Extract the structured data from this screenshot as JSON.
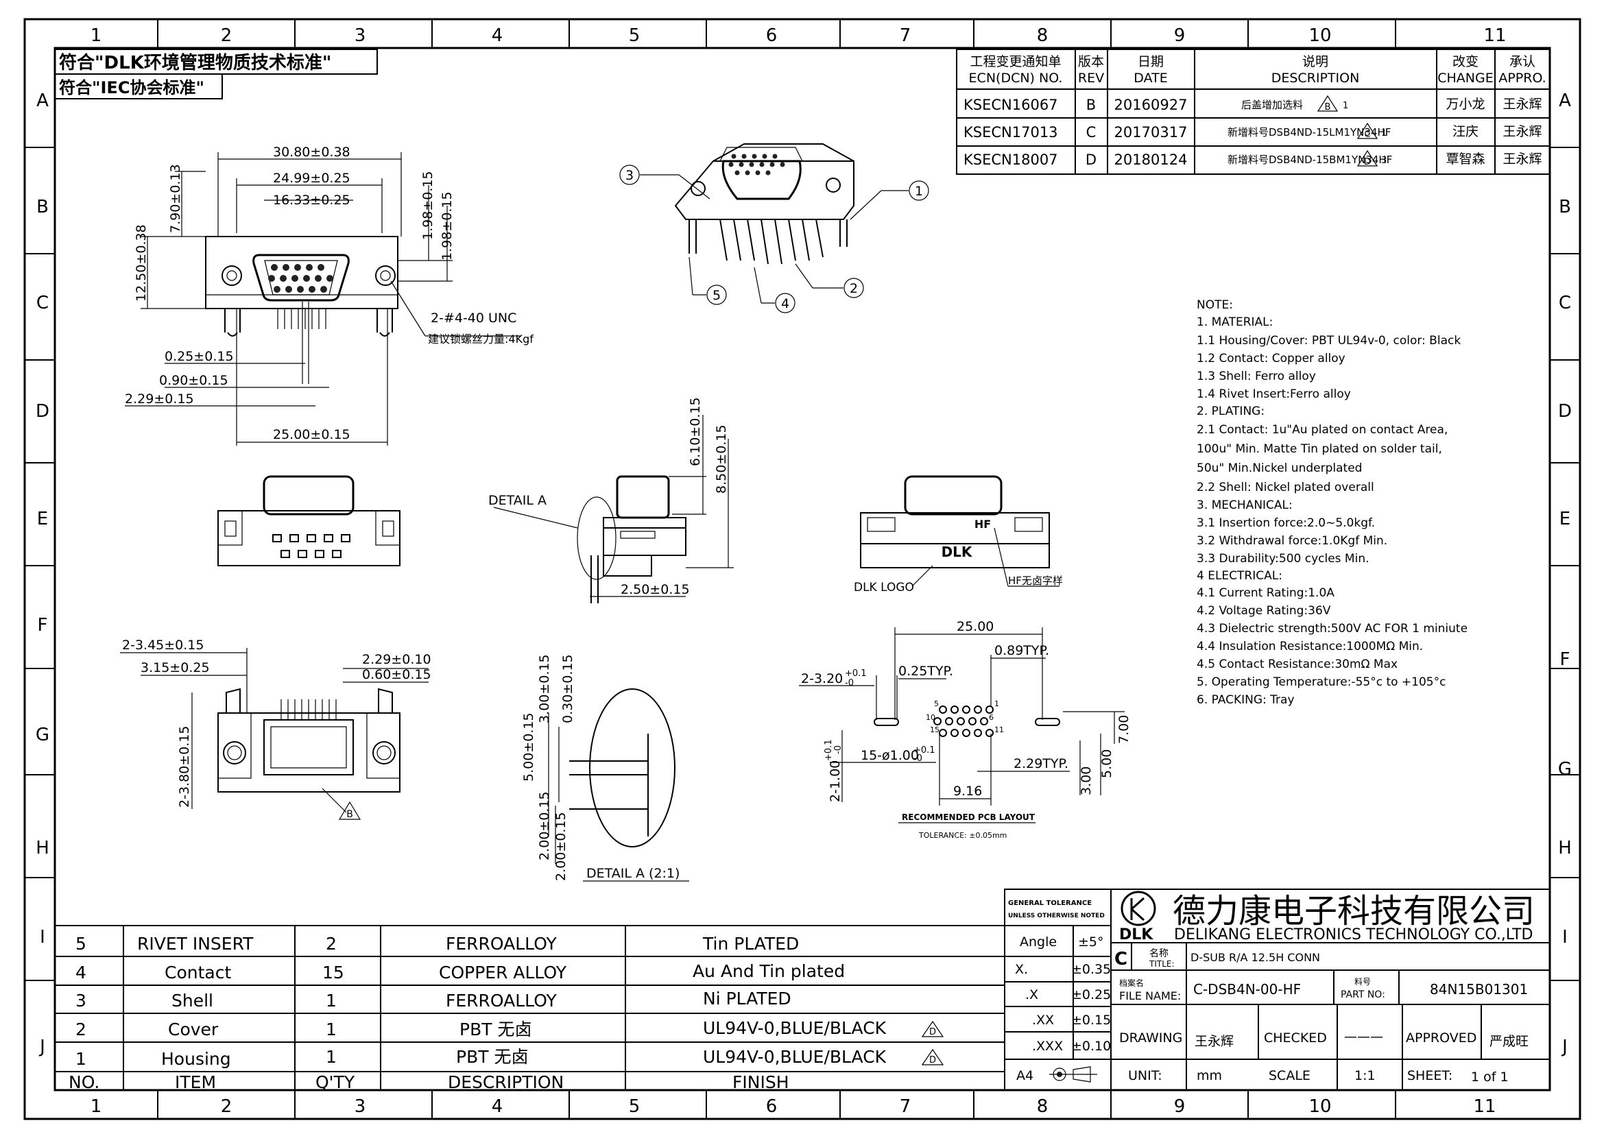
{
  "grid": {
    "cols": [
      "1",
      "2",
      "3",
      "4",
      "5",
      "6",
      "7",
      "8",
      "9",
      "10",
      "11"
    ],
    "rows": [
      "A",
      "B",
      "C",
      "D",
      "E",
      "F",
      "G",
      "H",
      "I",
      "J"
    ]
  },
  "compliance": [
    "符合\"DLK环境管理物质技术标准\"",
    "符合\"IEC协会标准\""
  ],
  "revision_table": {
    "headers": [
      "工程变更通知单\nECN(DCN) NO.",
      "版本\nREV",
      "日期\nDATE",
      "说明\nDESCRIPTION",
      "改变\nCHANGE",
      "承认\nAPPRO."
    ],
    "rows": [
      {
        "ecn": "KSECN16067",
        "rev": "B",
        "date": "20160927",
        "desc": "后盖增加选料",
        "flag": "B",
        "flag_no": "1",
        "change": "万小龙",
        "appro": "王永辉"
      },
      {
        "ecn": "KSECN17013",
        "rev": "C",
        "date": "20170317",
        "desc": "新增料号DSB4ND-15LM1YN34HF",
        "flag": "C",
        "flag_no": "1",
        "change": "汪庆",
        "appro": "王永辉"
      },
      {
        "ecn": "KSECN18007",
        "rev": "D",
        "date": "20180124",
        "desc": "新增料号DSB4ND-15BM1YN34HF",
        "flag": "D",
        "flag_no": "3",
        "change": "覃智森",
        "appro": "王永辉"
      }
    ]
  },
  "dims": {
    "top_30": "30.80±0.38",
    "top_24": "24.99±0.25",
    "top_16": "16.33±0.25",
    "left_790": "7.90±0.13",
    "left_1250": "12.50±0.38",
    "right_198a": "1.98±0.15",
    "right_198b": "1.98±0.15",
    "unc": "2-#4-40 UNC",
    "torque": "建议锁螺丝力量:4Kgf",
    "d025": "0.25±0.15",
    "d090": "0.90±0.15",
    "d229": "2.29±0.15",
    "d2500": "25.00±0.15",
    "side_610": "6.10±0.15",
    "side_850": "8.50±0.15",
    "side_250": "2.50±0.15",
    "detail_a": "DETAIL A",
    "logo_label": "DLK LOGO",
    "hf_label": "HF无卤字样",
    "logo_text": "DLK",
    "hf_text": "HF",
    "b_345": "2-3.45±0.15",
    "b_315": "3.15±0.25",
    "b_229": "2.29±0.10",
    "b_060": "0.60±0.15",
    "b_380": "2-3.80±0.15",
    "det_300a": "3.00±0.15",
    "det_030": "0.30±0.15",
    "det_500": "5.00±0.15",
    "det_200a": "2.00±0.15",
    "det_200b": "2.00±0.15",
    "detail_a_21": "DETAIL A (2:1)",
    "pcb_2500": "25.00",
    "pcb_089": "0.89TYP.",
    "pcb_320": "2-3.20",
    "pcb_320_tol": "+0.1",
    "pcb_320_tol2": "-0",
    "pcb_025": "0.25TYP.",
    "pcb_100": "15-ø1.00",
    "pcb_100_tol": "+0.1",
    "pcb_100_tol2": "-0",
    "pcb_2100": "2-1.00",
    "pcb_2100_tol": "+0.1",
    "pcb_2100_tol2": "-0",
    "pcb_229": "2.29TYP.",
    "pcb_916": "9.16",
    "pcb_700": "7.00",
    "pcb_300": "3.00",
    "pcb_500": "5.00",
    "pcb_title": "RECOMMENDED PCB LAYOUT",
    "pcb_tol": "TOLERANCE: ±0.05mm",
    "pin_5": "5",
    "pin_1": "1",
    "pin_10": "10",
    "pin_6": "6",
    "pin_15": "15",
    "pin_11": "11",
    "balloon_1": "1",
    "balloon_2": "2",
    "balloon_3": "3",
    "balloon_4": "4",
    "balloon_5": "5",
    "flag_b": "B"
  },
  "notes": [
    "NOTE:",
    "1.  MATERIAL:",
    "1.1  Housing/Cover:  PBT  UL94v-0,  color:  Black",
    "1.2  Contact:  Copper  alloy",
    "1.3  Shell:  Ferro  alloy",
    "1.4  Rivet  Insert:Ferro  alloy",
    "2.  PLATING:",
    "2.1  Contact:  1u\"Au  plated  on  contact  Area,",
    "        100u\"  Min.  Matte  Tin  plated  on  solder  tail,",
    "        50u\"  Min.Nickel  underplated",
    "2.2  Shell:  Nickel  plated  overall",
    "3.    MECHANICAL:",
    "3.1  Insertion  force:2.0~5.0kgf.",
    "3.2  Withdrawal  force:1.0Kgf  Min.",
    "3.3  Durability:500  cycles  Min.",
    "4    ELECTRICAL:",
    "4.1  Current  Rating:1.0A",
    "4.2  Voltage  Rating:36V",
    "4.3  Dielectric  strength:500V  AC  FOR  1  miniute",
    "4.4  Insulation  Resistance:1000MΩ  Min.",
    "4.5  Contact  Resistance:30mΩ  Max",
    "5.  Operating  Temperature:-55°c  to  +105°c",
    "6.  PACKING:  Tray"
  ],
  "bom": {
    "headers": [
      "NO.",
      "ITEM",
      "Q'TY",
      "DESCRIPTION",
      "FINISH"
    ],
    "rows": [
      {
        "no": "5",
        "item": "RIVET  INSERT",
        "qty": "2",
        "desc": "FERROALLOY",
        "finish": "Tin  PLATED",
        "flag": ""
      },
      {
        "no": "4",
        "item": "Contact",
        "qty": "15",
        "desc": "COPPER  ALLOY",
        "finish": "Au  And  Tin  plated",
        "flag": ""
      },
      {
        "no": "3",
        "item": "Shell",
        "qty": "1",
        "desc": "FERROALLOY",
        "finish": "Ni  PLATED",
        "flag": ""
      },
      {
        "no": "2",
        "item": "Cover",
        "qty": "1",
        "desc": "PBT  无卤",
        "finish": "UL94V-0,BLUE/BLACK",
        "flag": "D"
      },
      {
        "no": "1",
        "item": "Housing",
        "qty": "1",
        "desc": "PBT  无卤",
        "finish": "UL94V-0,BLUE/BLACK",
        "flag": "D"
      }
    ]
  },
  "title_block": {
    "gen_tol": "GENERAL TOLERANCE",
    "unless": "UNLESS OTHERWISE NOTED",
    "tol_rows": [
      {
        "label": "Angle",
        "value": "±5°"
      },
      {
        "label": "X.",
        "value": "±0.35"
      },
      {
        "label": ".X",
        "value": "±0.25"
      },
      {
        "label": ".XX",
        "value": "±0.15"
      },
      {
        "label": ".XXX",
        "value": "±0.10"
      }
    ],
    "company_cn": "德力康电子科技有限公司",
    "company_en": "DELIKANG  ELECTRONICS  TECHNOLOGY  CO.,LTD",
    "logo": "DLK",
    "rev_letter": "C",
    "title_label_cn": "名称",
    "title_label_en": "TITLE:",
    "title_value": "D-SUB  R/A  12.5H  CONN",
    "file_label_cn": "档案名",
    "file_label_en": "FILE  NAME:",
    "file_value": "C-DSB4N-00-HF",
    "part_label_cn": "料号",
    "part_label_en": "PART  NO:",
    "part_value": "84N15B01301",
    "drawing_label": "DRAWING",
    "drawing_value": "王永辉",
    "checked_label": "CHECKED",
    "checked_value": "———",
    "approved_label": "APPROVED",
    "approved_value": "严成旺",
    "paper": "A4",
    "unit_label": "UNIT:",
    "unit_value": "mm",
    "scale_label": "SCALE",
    "scale_value": "1:1",
    "sheet_label": "SHEET:",
    "sheet_value": "1  of  1"
  }
}
